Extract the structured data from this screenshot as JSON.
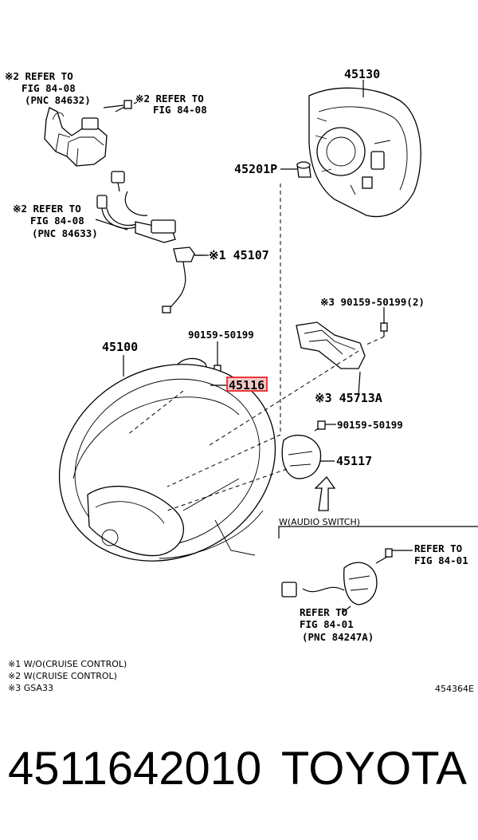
{
  "labels": {
    "ref_top_left": [
      "※2 REFER TO",
      "FIG 84-08",
      "(PNC 84632)"
    ],
    "ref_top_mid": [
      "※2 REFER TO",
      "FIG 84-08"
    ],
    "ref_mid_left": [
      "※2 REFER TO",
      "FIG 84-08",
      "(PNC 84633)"
    ],
    "p45130": "45130",
    "p45201p": "45201P",
    "p45107": "※1 45107",
    "p90159_top_right": "※3 90159-50199(2)",
    "p90159_mid": "90159-50199",
    "p45100": "45100",
    "p45116": "45116",
    "p45713a": "※3 45713A",
    "p90159_right": "90159-50199",
    "p45117": "45117",
    "audio_switch": "W(AUDIO SWITCH)",
    "ref_audio_right": [
      "REFER TO",
      "FIG 84-01"
    ],
    "ref_audio_bottom": [
      "REFER TO",
      "FIG 84-01",
      "(PNC 84247A)"
    ]
  },
  "notes": [
    "※1 W/O(CRUISE CONTROL)",
    "※2 W(CRUISE CONTROL)",
    "※3 GSA33"
  ],
  "figure_id": "454364E",
  "caption": {
    "part_number": "4511642010",
    "brand": "TOYOTA"
  },
  "colors": {
    "highlight": "#e8262a",
    "highlight_fill": "#f6c9c9"
  }
}
